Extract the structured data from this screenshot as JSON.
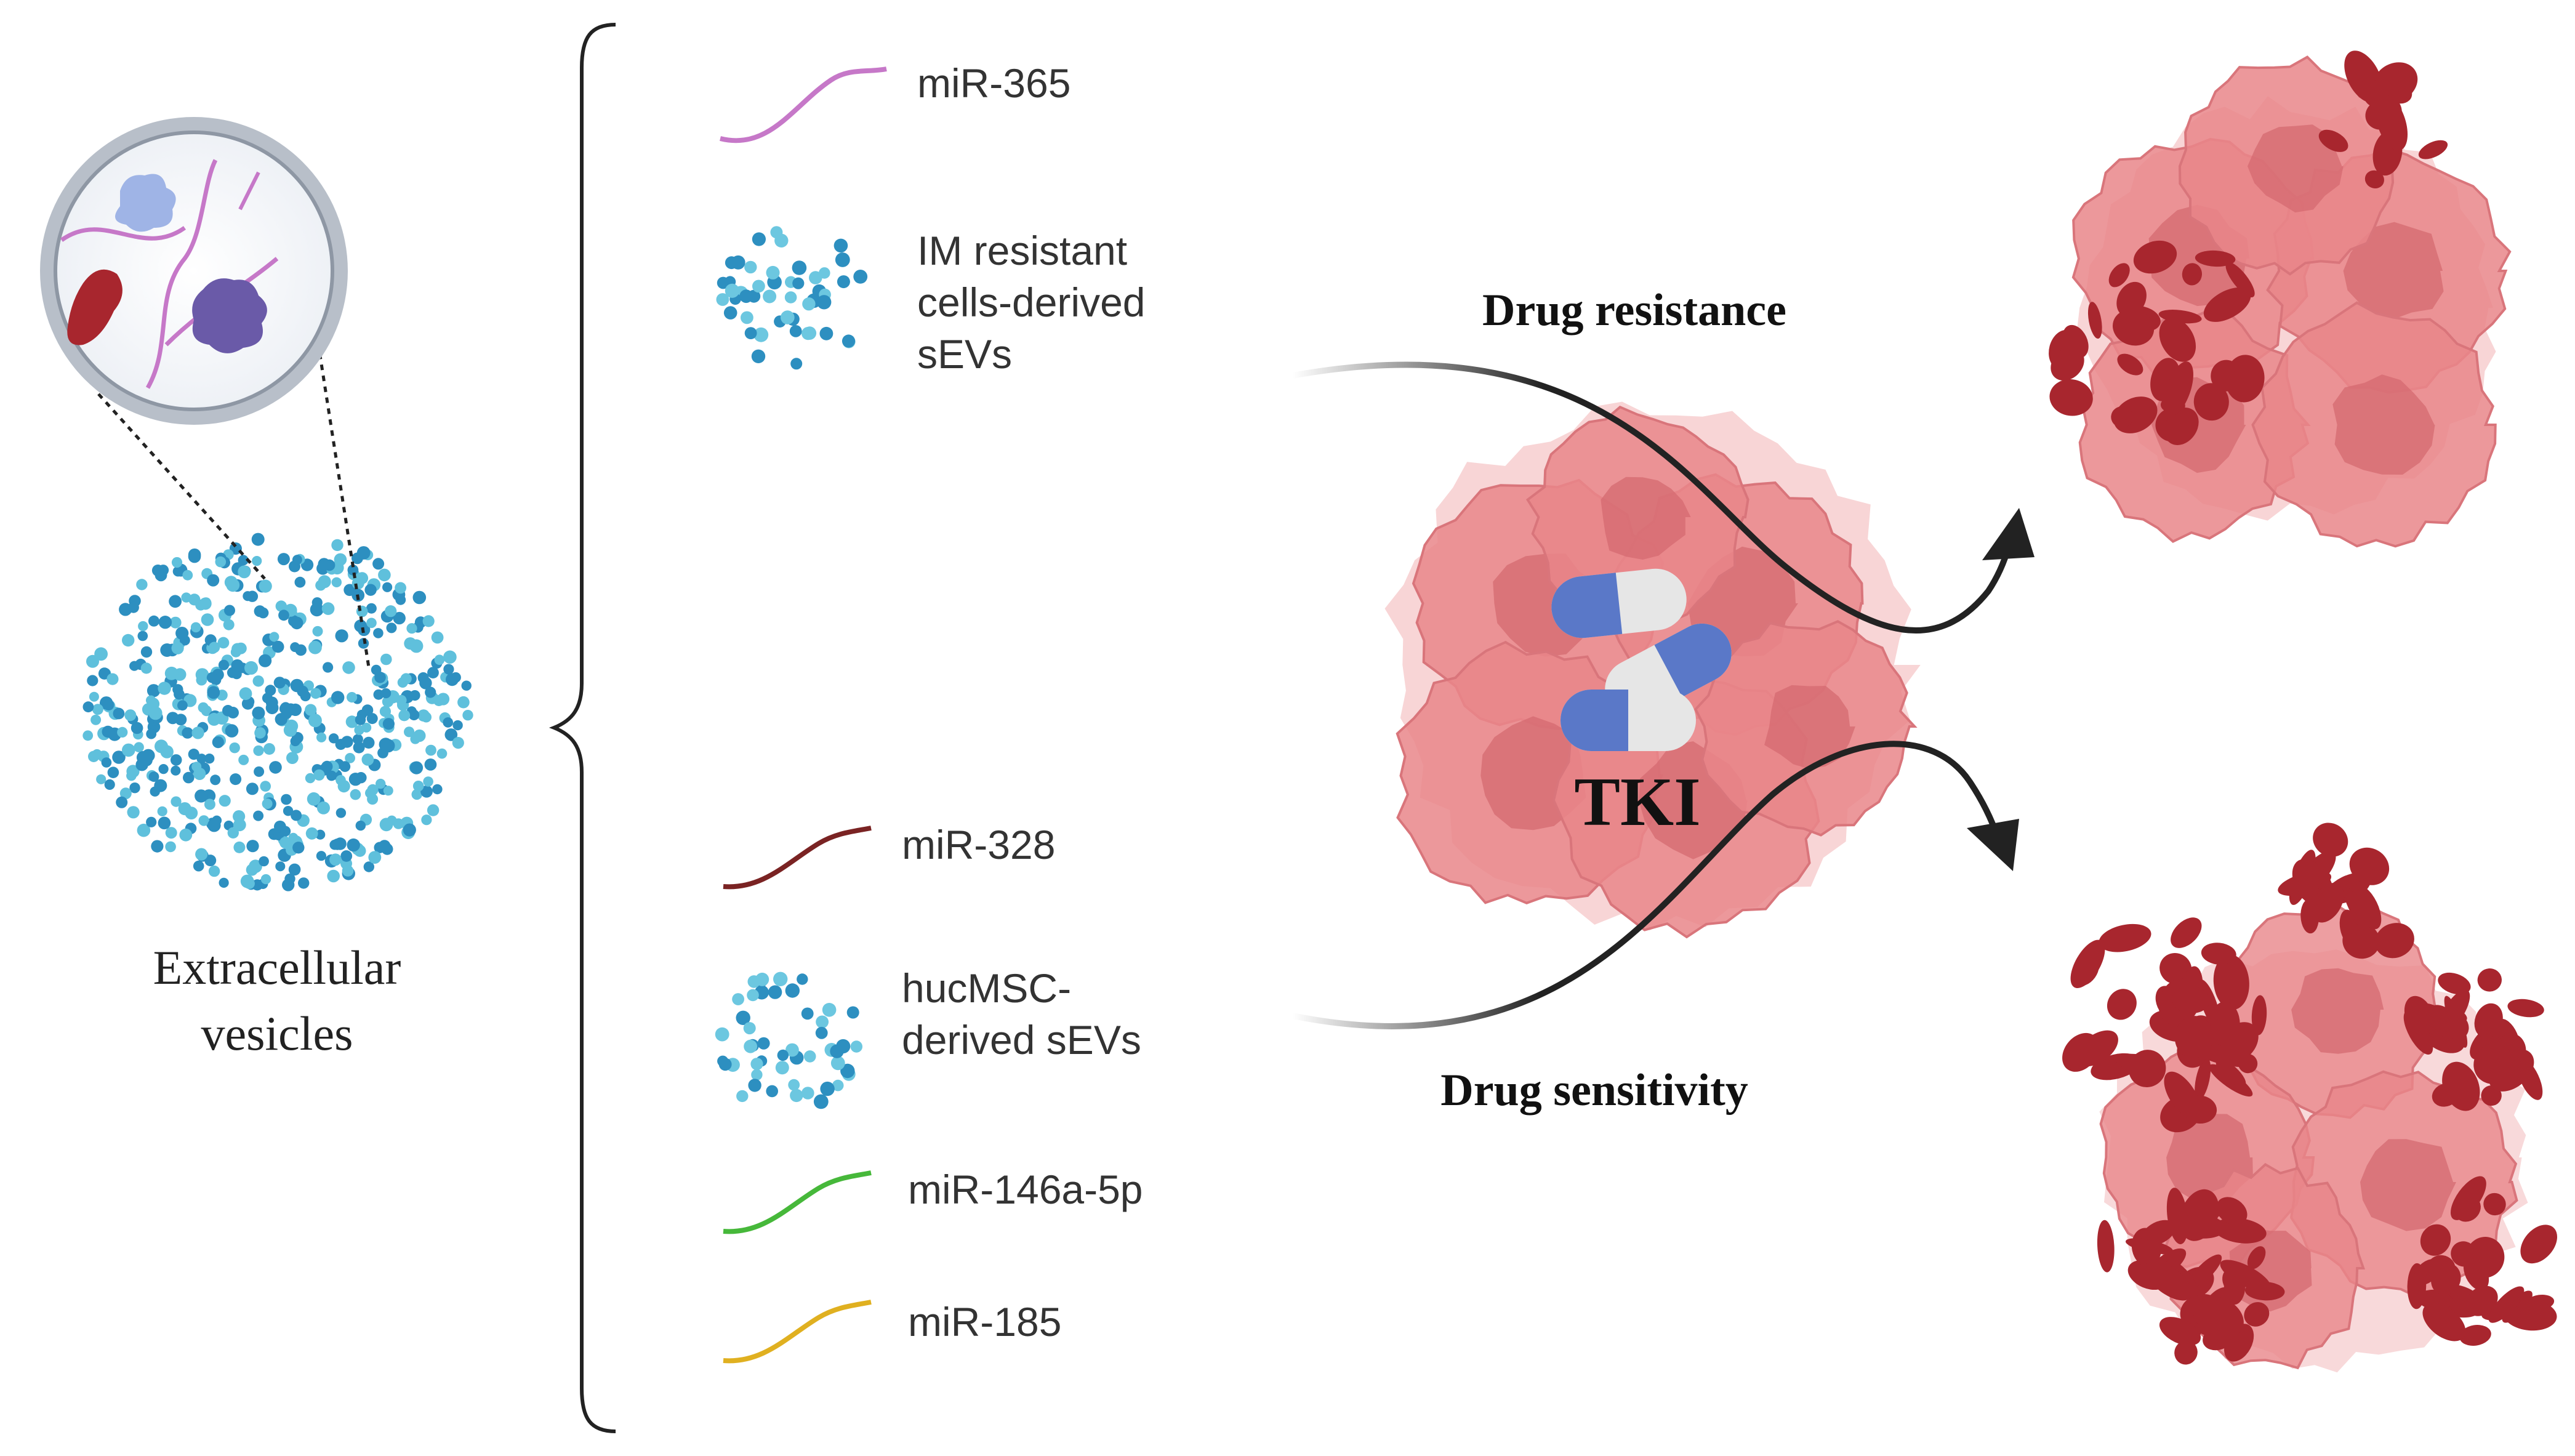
{
  "ev_panel": {
    "label_line1": "Extracellular",
    "label_line2": "vesicles"
  },
  "resistance_group": {
    "items": [
      {
        "label_lines": [
          "miR-365"
        ],
        "icon": "mirna-strand-icon",
        "color": "#c678c8"
      },
      {
        "label_lines": [
          "IM resistant",
          "cells-derived",
          "sEVs"
        ],
        "icon": "sev-cluster-icon",
        "color": "#3a9fc9"
      }
    ]
  },
  "sensitivity_group": {
    "items": [
      {
        "label_lines": [
          "miR-328"
        ],
        "icon": "mirna-strand-icon",
        "color": "#7a2323"
      },
      {
        "label_lines": [
          "hucMSC-",
          "derived sEVs"
        ],
        "icon": "sev-cluster-icon",
        "color": "#3a9fc9"
      },
      {
        "label_lines": [
          "miR-146a-5p"
        ],
        "icon": "mirna-strand-icon",
        "color": "#46b83a"
      },
      {
        "label_lines": [
          "miR-185"
        ],
        "icon": "mirna-strand-icon",
        "color": "#e0b020"
      }
    ]
  },
  "center": {
    "drug_label": "TKI",
    "resistance_label": "Drug resistance",
    "sensitivity_label": "Drug sensitivity"
  },
  "colors": {
    "cell_fill": "#e9868a",
    "cell_light": "#f3b9bb",
    "nucleus": "#d46a70",
    "apoptotic": "#a8262e",
    "capsule_blue": "#5a78c8",
    "capsule_white": "#e6e6e6",
    "arrow": "#222222"
  }
}
